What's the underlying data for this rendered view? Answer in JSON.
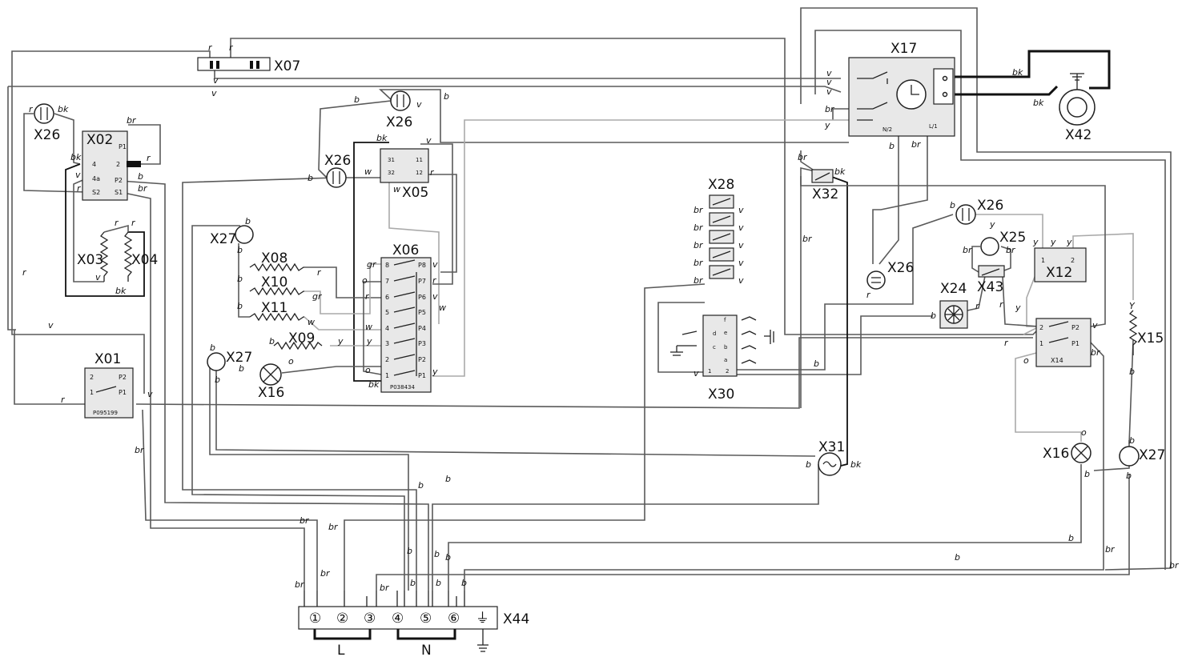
{
  "components": {
    "x07": "X07",
    "x17": "X17",
    "x42": "X42",
    "x26a": "X26",
    "x02": "X02",
    "x26b": "X26",
    "x26c": "X26",
    "x05": "X05",
    "x28": "X28",
    "x32": "X32",
    "x26d": "X26",
    "x25": "X25",
    "x12": "X12",
    "x26e": "X26",
    "x24": "X24",
    "x43": "X43",
    "x03": "X03",
    "x04": "X04",
    "x27a": "X27",
    "x08": "X08",
    "x10": "X10",
    "x11": "X11",
    "x06": "X06",
    "x09": "X09",
    "x27b": "X27",
    "x16a": "X16",
    "x30": "X30",
    "x15": "X15",
    "x14": "X14",
    "x01": "X01",
    "x31": "X31",
    "x16b": "X16",
    "x27c": "X27",
    "x44": "X44"
  },
  "pins": {
    "x02": [
      "P1",
      "4",
      "4a",
      "S2",
      "2",
      "P2",
      "S1"
    ],
    "x05": [
      "31",
      "11",
      "32",
      "12"
    ],
    "x06": [
      "8",
      "7",
      "6",
      "5",
      "4",
      "3",
      "2",
      "1",
      "P8",
      "P7",
      "P6",
      "P5",
      "P4",
      "P3",
      "P2",
      "P1"
    ],
    "x06_part": "P038434",
    "x01": [
      "2",
      "1",
      "P2",
      "P1"
    ],
    "x01_part": "P095199",
    "x14": [
      "2",
      "1",
      "P2",
      "P1"
    ],
    "x12": [
      "1",
      "2"
    ],
    "x17": [
      "N/2",
      "L/1"
    ],
    "x30": [
      "f",
      "e",
      "d",
      "c",
      "b",
      "a",
      "1",
      "2"
    ]
  },
  "terminals": {
    "numbers": [
      "①",
      "②",
      "③",
      "④",
      "⑤",
      "⑥",
      "⏚"
    ],
    "groups": [
      "L",
      "N"
    ]
  },
  "wire_labels": {
    "r": "r",
    "v": "v",
    "b": "b",
    "bk": "bk",
    "br": "br",
    "w": "w",
    "y": "y",
    "o": "o",
    "gr": "gr",
    "Y": "Y"
  }
}
